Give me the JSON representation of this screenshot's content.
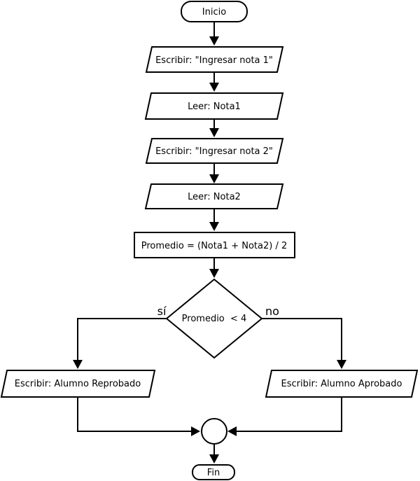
{
  "nodes": {
    "start": "Inicio",
    "write1": "Escribir: \"Ingresar nota 1\"",
    "read1": "Leer: Nota1",
    "write2": "Escribir: \"Ingresar nota 2\"",
    "read2": "Leer: Nota2",
    "process": "Promedio = (Nota1 + Nota2) / 2",
    "decision": "Promedio  < 4",
    "fail": "Escribir: Alumno Reprobado",
    "pass": "Escribir: Alumno Aprobado",
    "end": "Fin"
  },
  "branches": {
    "yes": "sí",
    "no": "no"
  }
}
